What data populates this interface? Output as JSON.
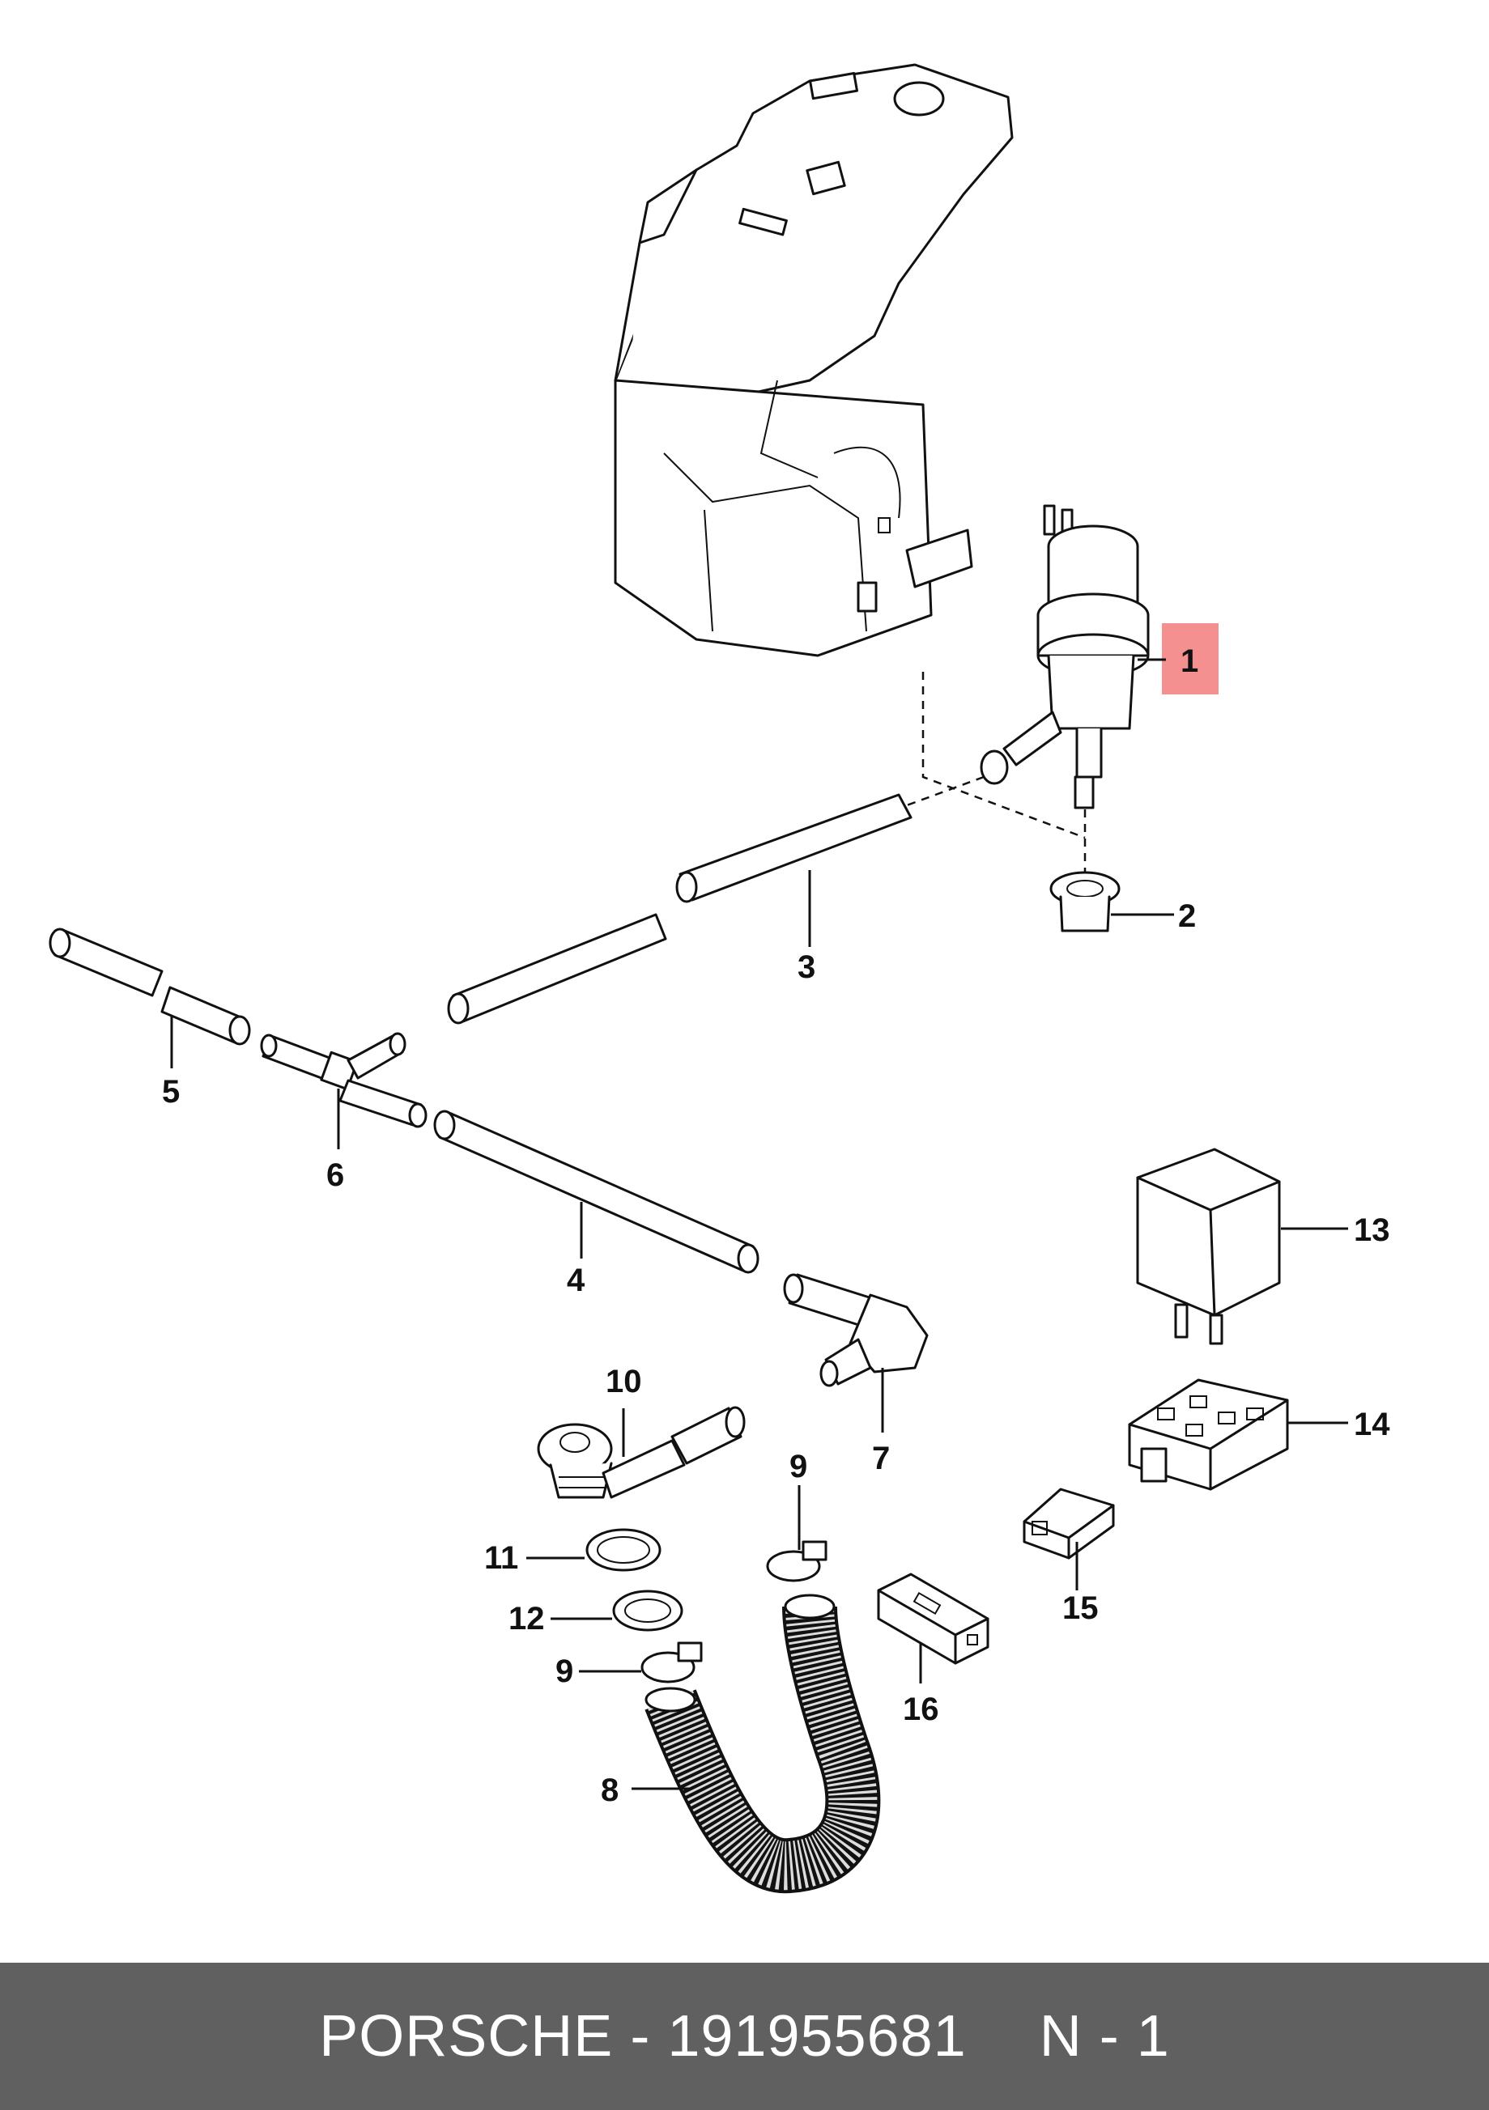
{
  "diagram": {
    "highlighted_part": "1",
    "labels": [
      "1",
      "2",
      "3",
      "4",
      "5",
      "6",
      "7",
      "8",
      "9",
      "9",
      "10",
      "11",
      "12",
      "13",
      "14",
      "15",
      "16"
    ]
  },
  "footer": {
    "brand": "PORSCHE",
    "separator": "-",
    "part_number": "191955681",
    "page_ref": "N - 1"
  },
  "colors": {
    "highlight": "#f27c7c",
    "footer_bg": "#606060",
    "footer_text": "#ffffff"
  }
}
